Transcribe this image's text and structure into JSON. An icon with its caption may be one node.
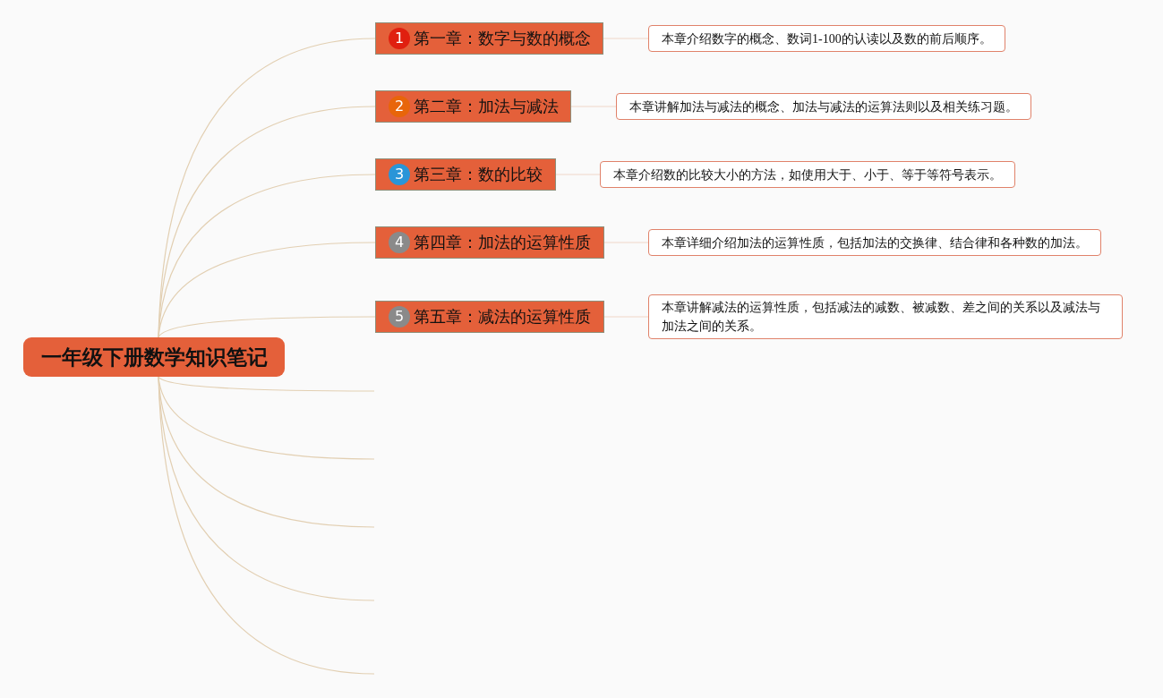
{
  "diagram": {
    "nodes": [
      {
        "text": [
          "一年级下册数学知识笔记"
        ]
      },
      {
        "text": [
          "1",
          "第一章：数字与数的概念"
        ]
      },
      {
        "text": [
          "2",
          "第二章：加法与减法"
        ]
      },
      {
        "text": [
          "3",
          "第三章：数的比较"
        ]
      },
      {
        "text": [
          "4",
          "第四章：加法的运算性质"
        ]
      },
      {
        "text": [
          "5",
          "第五章：减法的运算性质"
        ]
      },
      {
        "text": [
          "本章介绍数字的概念、数词1-100的认读以及数的前后顺序。"
        ]
      },
      {
        "text": [
          "本章讲解加法与减法的概念、加法与减法的运算法则以及相关练习题。"
        ]
      },
      {
        "text": [
          "本章介绍数的比较大小的方法，如使用大于、小于、等于等符号表示。"
        ]
      },
      {
        "text": [
          "本章详细介绍加法的运算性质，包括加法的交换律、结合律和各种数的加法。"
        ]
      },
      {
        "text": [
          "本章讲解减法的运算性质，包括减法的减数、被减数、差之间的关系以及减法与加法之间的关系。"
        ]
      }
    ],
    "edges": [
      {
        "from": 0,
        "to": 1,
        "arrow": "none"
      },
      {
        "from": 0,
        "to": 2,
        "arrow": "none"
      },
      {
        "from": 0,
        "to": 3,
        "arrow": "none"
      },
      {
        "from": 0,
        "to": 4,
        "arrow": "none"
      },
      {
        "from": 0,
        "to": 5,
        "arrow": "none"
      },
      {
        "from": 0,
        "to": null,
        "arrow": "none"
      },
      {
        "from": 0,
        "to": null,
        "arrow": "none"
      },
      {
        "from": 0,
        "to": null,
        "arrow": "none"
      },
      {
        "from": 0,
        "to": null,
        "arrow": "none"
      },
      {
        "from": 0,
        "to": null,
        "arrow": "none"
      },
      {
        "from": 1,
        "to": 6,
        "arrow": "none"
      },
      {
        "from": 2,
        "to": 7,
        "arrow": "none"
      },
      {
        "from": 3,
        "to": 8,
        "arrow": "none"
      },
      {
        "from": 4,
        "to": 9,
        "arrow": "none"
      },
      {
        "from": 5,
        "to": 10,
        "arrow": "none"
      }
    ]
  }
}
